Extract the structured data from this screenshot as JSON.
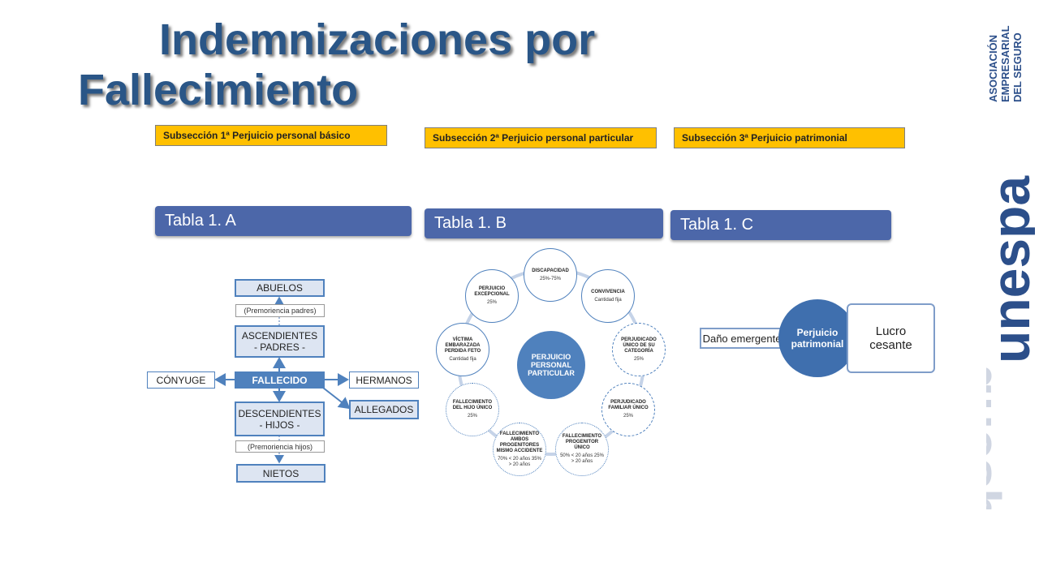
{
  "title": {
    "line1": "Indemnizaciones por",
    "line2": "Fallecimiento"
  },
  "subsections": [
    "Subsección 1ª Perjuicio personal básico",
    "Subsección 2ª Perjuicio personal particular",
    "Subsección 3ª Perjuicio patrimonial"
  ],
  "tablas": [
    "Tabla 1. A",
    "Tabla 1. B",
    "Tabla 1. C"
  ],
  "family": {
    "abuelos": "ABUELOS",
    "premoriencia_padres": "(Premoriencia padres)",
    "ascendientes": "ASCENDIENTES - PADRES -",
    "fallecido": "FALLECIDO",
    "conyuge": "CÓNYUGE",
    "hermanos": "HERMANOS",
    "allegados": "ALLEGADOS",
    "descendientes": "DESCENDIENTES - HIJOS -",
    "premoriencia_hijos": "(Premoriencia hijos)",
    "nietos": "NIETOS"
  },
  "particular": {
    "center": "PERJUICIO PERSONAL PARTICULAR",
    "nodes": [
      {
        "label": "DISCAPACIDAD",
        "value": "25%-75%"
      },
      {
        "label": "CONVIVENCIA",
        "value": "Cantidad fija"
      },
      {
        "label": "PERJUDICADO ÚNICO DE SU CATEGORÍA",
        "value": "25%"
      },
      {
        "label": "PERJUDICADO FAMILIAR ÚNICO",
        "value": "25%"
      },
      {
        "label": "FALLECIMIENTO PROGENITOR ÚNICO",
        "value": "50% < 20 años 25% > 20 años"
      },
      {
        "label": "FALLECIMIENTO AMBOS PROGENITORES MISMO ACCIDENTE",
        "value": "70% < 20 años 35% > 20 años"
      },
      {
        "label": "FALLECIMIENTO DEL HIJO ÚNICO",
        "value": "25%"
      },
      {
        "label": "VÍCTIMA EMBARAZADA PERDIDA FETO",
        "value": "Cantidad fija"
      },
      {
        "label": "PERJUICIO EXCEPCIONAL",
        "value": "25%"
      }
    ]
  },
  "patrimonial": {
    "center": "Perjuicio patrimonial",
    "left": "Daño emergente",
    "right": "Lucro cesante"
  },
  "logo": {
    "lines": [
      "ASOCIACIÓN",
      "EMPRESARIAL",
      "DEL SEGURO"
    ],
    "brand": "unespa",
    "colors": {
      "brand": "#2c4f8a",
      "reflection": "#d0d6e2"
    }
  }
}
